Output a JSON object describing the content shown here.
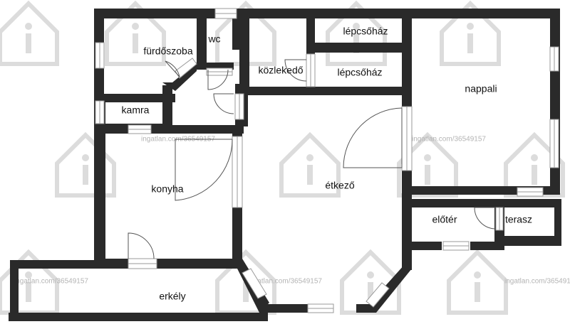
{
  "colors": {
    "wall": "#2a2a2a",
    "glass": "#ffffff",
    "glass_line": "#9a9a9a",
    "door_line": "#555555",
    "watermark": "#dcdcdc",
    "inner_wall": "#6e6e6e"
  },
  "rooms": {
    "furdoszoba": "fürdőszoba",
    "wc": "wc",
    "kozlekedo": "közlekedő",
    "lepcsohaz_top": "lépcsőház",
    "lepcsohaz_mid": "lépcsőház",
    "nappali": "nappali",
    "kamra": "kamra",
    "konyha": "konyha",
    "etkezo": "étkező",
    "eloter": "előtér",
    "terasz": "terasz",
    "erkely": "erkély"
  },
  "watermark": {
    "icon": "house-info-icon",
    "text": "ingatlan.com/36549157"
  }
}
